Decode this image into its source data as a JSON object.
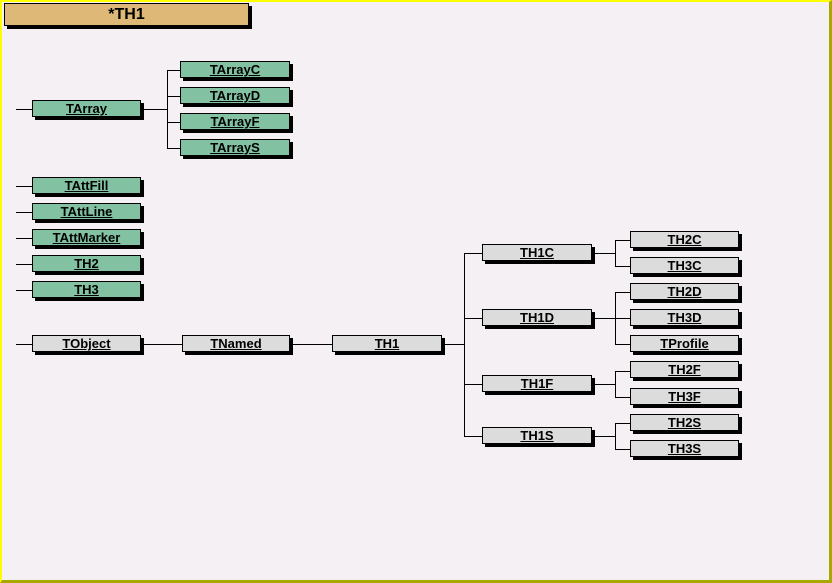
{
  "title_badge": {
    "label": "*TH1"
  },
  "colors": {
    "background": "#F4F0F4",
    "frame_light": "#FFFF00",
    "frame_dark": "#A8A800",
    "base_class_green": "#82C2A2",
    "hist_class_gray": "#DCDCDC",
    "title_tan": "#DDB876",
    "line_black": "#000000"
  },
  "diagram": {
    "type": "class-inheritance-tree",
    "root_class": "TH1",
    "base_classes": [
      "TArray",
      "TAttFill",
      "TAttLine",
      "TAttMarker",
      "TH2",
      "TH3",
      "TObject"
    ],
    "inheritance_chain": [
      "TObject",
      "TNamed",
      "TH1"
    ],
    "th1_subclasses": [
      "TH1C",
      "TH1D",
      "TH1F",
      "TH1S"
    ],
    "children": {
      "TArray": [
        "TArrayC",
        "TArrayD",
        "TArrayF",
        "TArrayS"
      ],
      "TH1C": [
        "TH2C",
        "TH3C"
      ],
      "TH1D": [
        "TH2D",
        "TH3D",
        "TProfile"
      ],
      "TH1F": [
        "TH2F",
        "TH3F"
      ],
      "TH1S": [
        "TH2S",
        "TH3S"
      ]
    }
  },
  "nodes": [
    {
      "label": "TArray"
    },
    {
      "label": "TArrayC"
    },
    {
      "label": "TArrayD"
    },
    {
      "label": "TArrayF"
    },
    {
      "label": "TArrayS"
    },
    {
      "label": "TAttFill"
    },
    {
      "label": "TAttLine"
    },
    {
      "label": "TAttMarker"
    },
    {
      "label": "TH2"
    },
    {
      "label": "TH3"
    },
    {
      "label": "TObject"
    },
    {
      "label": "TNamed"
    },
    {
      "label": "TH1"
    },
    {
      "label": "TH1C"
    },
    {
      "label": "TH1D"
    },
    {
      "label": "TH1F"
    },
    {
      "label": "TH1S"
    },
    {
      "label": "TH2C"
    },
    {
      "label": "TH3C"
    },
    {
      "label": "TH2D"
    },
    {
      "label": "TH3D"
    },
    {
      "label": "TProfile"
    },
    {
      "label": "TH2F"
    },
    {
      "label": "TH3F"
    },
    {
      "label": "TH2S"
    },
    {
      "label": "TH3S"
    }
  ]
}
